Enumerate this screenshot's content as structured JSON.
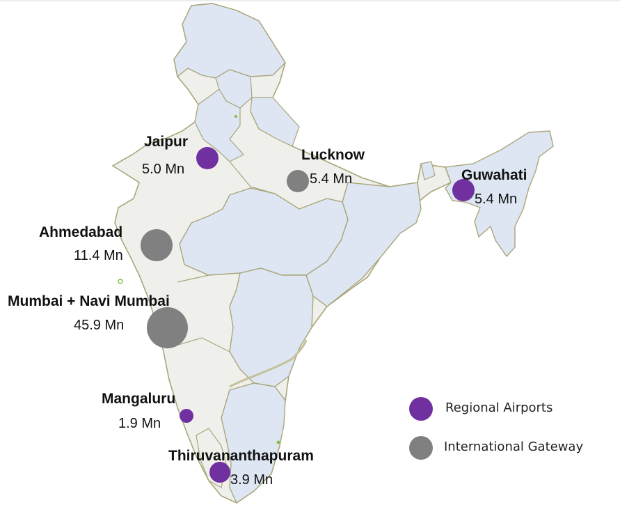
{
  "colors": {
    "regional": "#7030A0",
    "international": "#808080",
    "state_fill_light": "#dde6f2",
    "state_fill_grey": "#efefec",
    "border": "#a9a67a",
    "water": "#7fbf3f"
  },
  "legend": {
    "regional_label": "Regional Airports",
    "international_label": "International Gateway"
  },
  "airports": [
    {
      "id": "jaipur",
      "name": "Jaipur",
      "value": "5.0 Mn",
      "passengers_mn": 5.0,
      "category": "regional"
    },
    {
      "id": "lucknow",
      "name": "Lucknow",
      "value": "5.4 Mn",
      "passengers_mn": 5.4,
      "category": "international"
    },
    {
      "id": "guwahati",
      "name": "Guwahati",
      "value": "5.4 Mn",
      "passengers_mn": 5.4,
      "category": "regional"
    },
    {
      "id": "ahmedabad",
      "name": "Ahmedabad",
      "value": "11.4 Mn",
      "passengers_mn": 11.4,
      "category": "international"
    },
    {
      "id": "mumbai",
      "name": "Mumbai + Navi Mumbai",
      "value": "45.9 Mn",
      "passengers_mn": 45.9,
      "category": "international"
    },
    {
      "id": "mangaluru",
      "name": "Mangaluru",
      "value": "1.9 Mn",
      "passengers_mn": 1.9,
      "category": "regional"
    },
    {
      "id": "thiruvananthapuram",
      "name": "Thiruvananthapuram",
      "value": "3.9 Mn",
      "passengers_mn": 3.9,
      "category": "regional"
    }
  ]
}
